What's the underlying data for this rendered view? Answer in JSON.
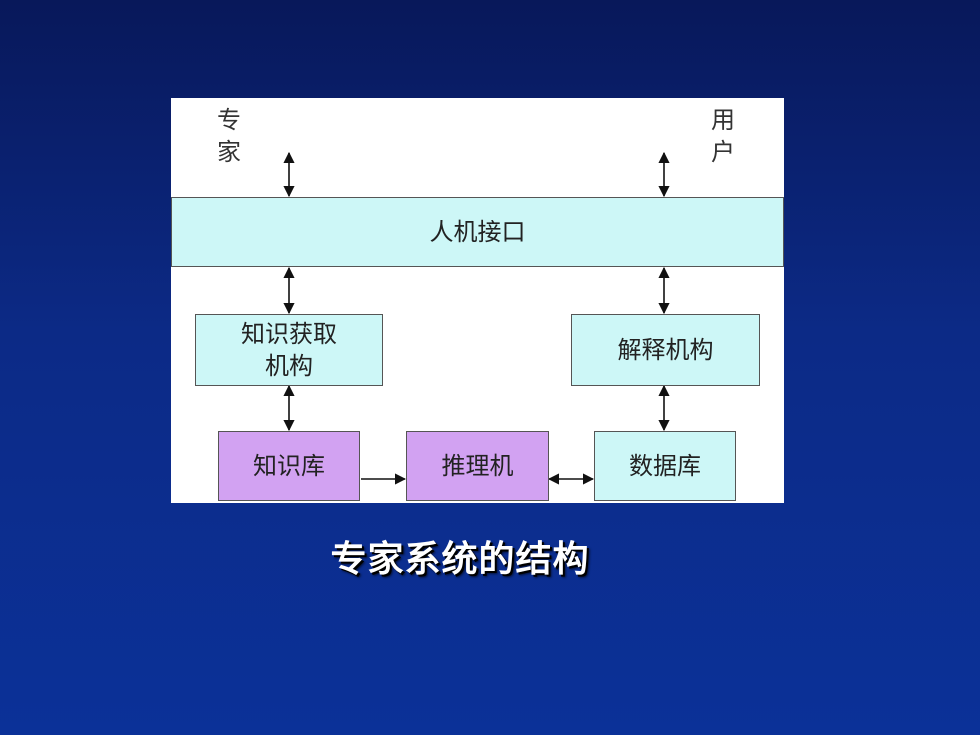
{
  "diagram": {
    "expert_label": "专家",
    "user_label": "用户",
    "interface": "人机接口",
    "knowledge_acquisition": [
      "知识获取",
      "机构"
    ],
    "explanation": "解释机构",
    "knowledge_base": "知识库",
    "inference_engine": "推理机",
    "database": "数据库"
  },
  "caption": "专家系统的结构",
  "colors": {
    "background": "#0c2a86",
    "box_cyan": "#cdf7f7",
    "box_purple": "#d2a2f2",
    "panel": "#ffffff"
  }
}
